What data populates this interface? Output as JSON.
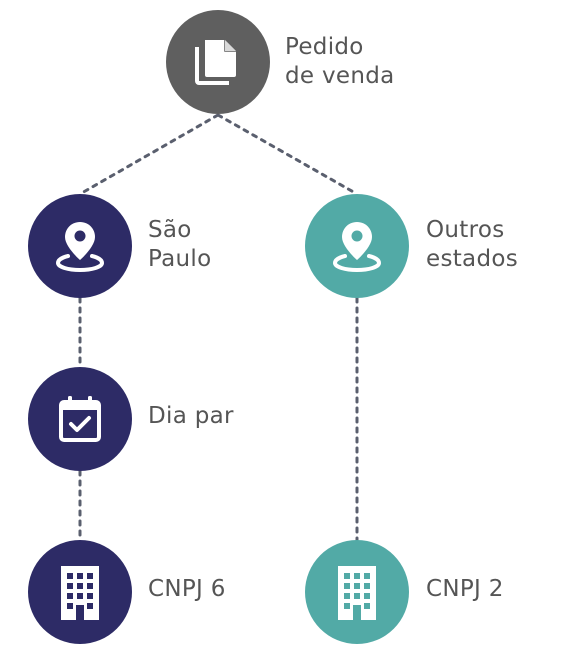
{
  "colors": {
    "root": "#5f5f5f",
    "sao_paulo": "#2d2b66",
    "outros": "#52aaa6",
    "connector": "#5a5f6e",
    "icon": "#ffffff"
  },
  "nodes": {
    "root": {
      "icon": "copy-icon",
      "label_line1": "Pedido",
      "label_line2": "de venda"
    },
    "sao_paulo": {
      "icon": "location-pin-icon",
      "label_line1": "São",
      "label_line2": "Paulo"
    },
    "outros_estados": {
      "icon": "location-pin-icon",
      "label_line1": "Outros",
      "label_line2": "estados"
    },
    "dia_par": {
      "icon": "calendar-check-icon",
      "label": "Dia par"
    },
    "cnpj6": {
      "icon": "building-icon",
      "label": "CNPJ 6"
    },
    "cnpj2": {
      "icon": "building-icon",
      "label": "CNPJ 2"
    }
  }
}
